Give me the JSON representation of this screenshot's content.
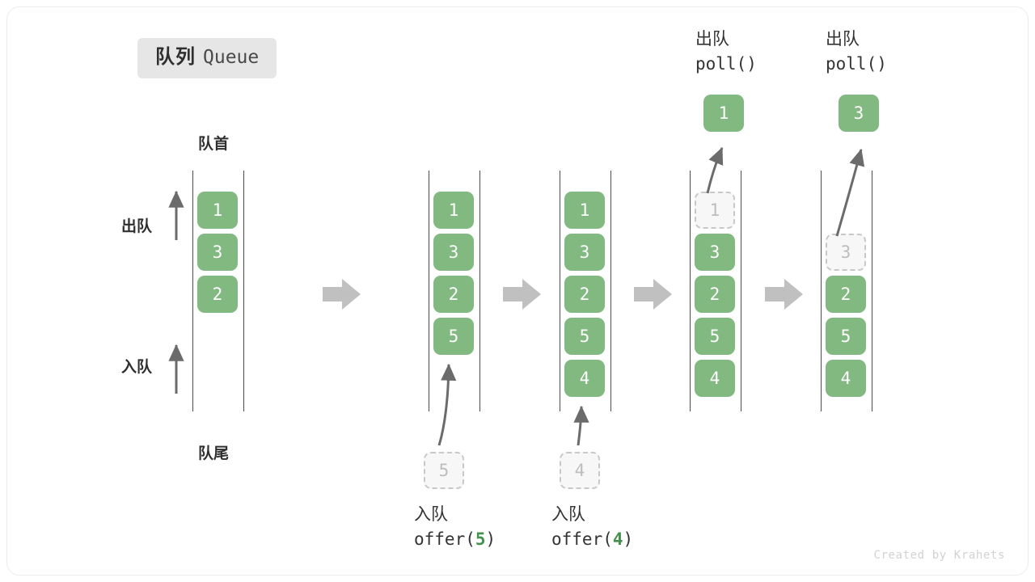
{
  "title": {
    "cn": "队列",
    "en": "Queue"
  },
  "labels": {
    "head": "队首",
    "tail": "队尾",
    "dequeue": "出队",
    "enqueue": "入队"
  },
  "credit": "Created by Krahets",
  "colors": {
    "box_fill": "#82b981",
    "box_text": "#ffffff",
    "ghost_fill": "#f7f7f7",
    "ghost_border": "#c8c8c8",
    "ghost_text": "#bdbdbd",
    "rail": "#4d4d4d",
    "arrow": "#6b6b6b",
    "flow_arrow": "#c0c0c0",
    "badge_bg": "#e6e6e6",
    "accent_green": "#44914b"
  },
  "states": [
    {
      "name": "initial",
      "items": [
        {
          "value": "1",
          "state": "full"
        },
        {
          "value": "3",
          "state": "full"
        },
        {
          "value": "2",
          "state": "full"
        }
      ]
    },
    {
      "name": "after-offer-5",
      "items": [
        {
          "value": "1",
          "state": "full"
        },
        {
          "value": "3",
          "state": "full"
        },
        {
          "value": "2",
          "state": "full"
        },
        {
          "value": "5",
          "state": "full"
        }
      ]
    },
    {
      "name": "after-offer-4",
      "items": [
        {
          "value": "1",
          "state": "full"
        },
        {
          "value": "3",
          "state": "full"
        },
        {
          "value": "2",
          "state": "full"
        },
        {
          "value": "5",
          "state": "full"
        },
        {
          "value": "4",
          "state": "full"
        }
      ]
    },
    {
      "name": "poll-1",
      "items": [
        {
          "value": "1",
          "state": "ghost"
        },
        {
          "value": "3",
          "state": "full"
        },
        {
          "value": "2",
          "state": "full"
        },
        {
          "value": "5",
          "state": "full"
        },
        {
          "value": "4",
          "state": "full"
        }
      ]
    },
    {
      "name": "poll-3",
      "items": [
        {
          "value": "",
          "state": "empty"
        },
        {
          "value": "3",
          "state": "ghost"
        },
        {
          "value": "2",
          "state": "full"
        },
        {
          "value": "5",
          "state": "full"
        },
        {
          "value": "4",
          "state": "full"
        }
      ]
    }
  ],
  "operations": {
    "offer5": {
      "cn": "入队",
      "code_prefix": "offer(",
      "code_value": "5",
      "code_suffix": ")"
    },
    "offer4": {
      "cn": "入队",
      "code_prefix": "offer(",
      "code_value": "4",
      "code_suffix": ")"
    },
    "poll1": {
      "cn": "出队",
      "code": "poll()"
    },
    "poll2": {
      "cn": "出队",
      "code": "poll()"
    }
  },
  "floating_boxes": {
    "incoming5": {
      "value": "5",
      "state": "ghost"
    },
    "incoming4": {
      "value": "4",
      "state": "ghost"
    },
    "popped1": {
      "value": "1",
      "state": "full"
    },
    "popped3": {
      "value": "3",
      "state": "full"
    }
  }
}
